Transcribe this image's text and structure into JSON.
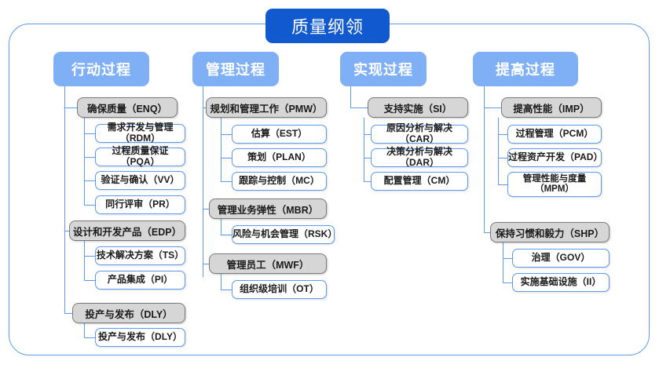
{
  "diagram": {
    "title": "质量纲领",
    "frame_color": "#5b9bf0",
    "title_color": "#1059ce",
    "header_color": "#7fb0f5",
    "group_color": "#d6d6d6",
    "columns": [
      {
        "header": "行动过程",
        "groups": [
          {
            "label": "确保质量（ENQ）",
            "items": [
              "需求开发与管理（RDM）",
              "过程质量保证（PQA）",
              "验证与确认（VV）",
              "同行评审（PR）"
            ]
          },
          {
            "label": "设计和开发产品（EDP）",
            "items": [
              "技术解决方案（TS）",
              "产品集成（PI）"
            ]
          },
          {
            "label": "投产与发布（DLY）",
            "items": [
              "投产与发布（DLY）"
            ]
          }
        ]
      },
      {
        "header": "管理过程",
        "groups": [
          {
            "label": "规划和管理工作（PMW）",
            "items": [
              "估算（EST）",
              "策划（PLAN）",
              "跟踪与控制（MC）"
            ]
          },
          {
            "label": "管理业务弹性（MBR）",
            "items": [
              "风险与机会管理（RSK）"
            ]
          },
          {
            "label": "管理员工（MWF）",
            "items": [
              "组织级培训（OT）"
            ]
          }
        ]
      },
      {
        "header": "实现过程",
        "groups": [
          {
            "label": "支持实施（SI）",
            "items": [
              "原因分析与解决（CAR）",
              "决策分析与解决（DAR）",
              "配置管理（CM）"
            ]
          }
        ]
      },
      {
        "header": "提高过程",
        "groups": [
          {
            "label": "提高性能（IMP）",
            "items": [
              "过程管理（PCM）",
              "过程资产开发（PAD）",
              "管理性能与度量\n（MPM）"
            ]
          },
          {
            "label": "保持习惯和毅力（SHP）",
            "items": [
              "治理（GOV）",
              "实施基础设施（II）"
            ]
          }
        ]
      }
    ]
  }
}
